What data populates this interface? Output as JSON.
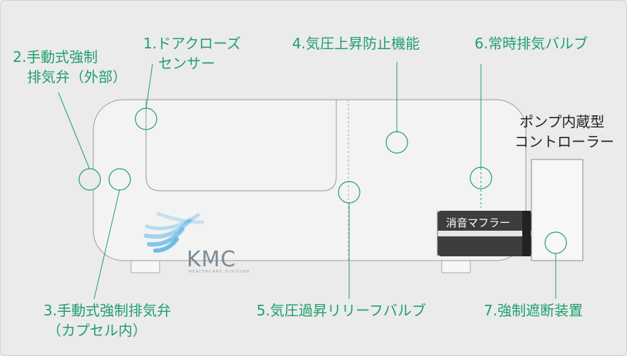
{
  "labels": {
    "door_sensor": [
      "1.ドアクローズ",
      "センサー"
    ],
    "manual_valve_external": [
      "2.手動式強制",
      "排気弁（外部）"
    ],
    "manual_valve_capsule": [
      "3.手動式強制排気弁",
      "（カプセル内）"
    ],
    "pressure_rise_prevention": [
      "4.気圧上昇防止機能"
    ],
    "overpressure_relief_valve": [
      "5.気圧過昇リリーフバルブ"
    ],
    "constant_exhaust_valve": [
      "6.常時排気バルブ"
    ],
    "forced_shutoff_device": [
      "7.強制遮断装置"
    ],
    "pump_controller": [
      "ポンプ内蔵型",
      "コントローラー"
    ],
    "silencer_muffler": [
      "消音マフラー"
    ]
  },
  "logo": {
    "name": "KMC",
    "subtitle": "HEALTHCARE DIVISION"
  },
  "colors": {
    "background": "#ebebeb",
    "accent_green": "#1f9f6d",
    "muffler_dark": "#3a3a3a",
    "logo_blue": "#5fb6e6"
  }
}
